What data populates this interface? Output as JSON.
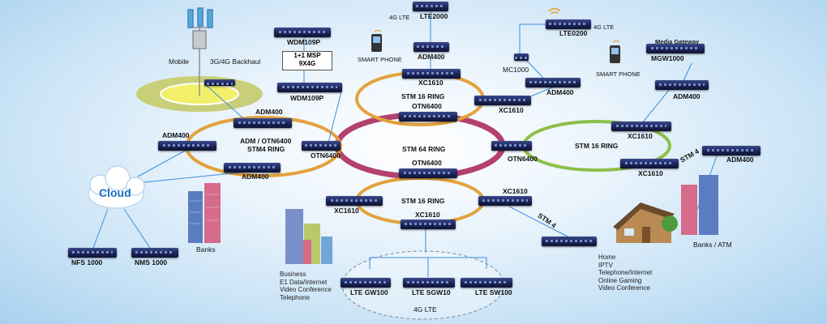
{
  "devices": {
    "lte2000": "LTE2000",
    "adm400_top": "ADM400",
    "xc1610_top": "XC1610",
    "wdm109p_top": "WDM109P",
    "msp": "1+1 MSP",
    "msp_sub": "9X4G",
    "wdm109p_mid": "WDM109P",
    "lte0200": "LTE0200",
    "mc1000": "MC1000",
    "adm400_mc": "ADM400",
    "xc1610_tr": "XC1610",
    "media_gateway": "Media Gateway",
    "mgw1000": "MGW1000",
    "adm400_right": "ADM400",
    "adm400_l1": "ADM400",
    "adm400_l2": "ADM400",
    "adm400_l3": "ADM400",
    "otn6400_left": "OTN6400",
    "otn6400_top": "OTN6400",
    "otn6400_bottom": "OTN6400",
    "otn6400_right": "OTN6400",
    "xc1610_r1": "XC1610",
    "xc1610_r2": "XC1610",
    "adm400_far": "ADM400",
    "xc1610_bl": "XC1610",
    "xc1610_br": "XC1610",
    "xc1610_bot": "XC1610",
    "nfs1000": "NFS 1000",
    "nms1000": "NMS 1000",
    "lte_gw100": "LTE GW100",
    "lte_sgw10": "LTE SGW10",
    "lte_sw100": "LTE SW100"
  },
  "rings": {
    "stm16_top": "STM 16 RING",
    "stm64": "STM 64 RING",
    "adm_otn": "ADM / OTN6400",
    "adm_otn2": "STM4 RING",
    "stm16_right": "STM 16 RING",
    "stm16_bottom": "STM 16 RING"
  },
  "labels": {
    "lte4g_top": "4G LTE",
    "lte4g_tr": "4G LTE",
    "smartphone1": "SMART PHONE",
    "smartphone2": "SMART PHONE",
    "mobile": "Mobile",
    "backhaul": "3G/4G Backhaul",
    "cloud": "Cloud",
    "banks": "Banks",
    "stm4_right": "STM 4",
    "stm4_bottom": "STM 4",
    "banks_atm": "Banks / ATM",
    "lte4g_bottom": "4G LTE"
  },
  "business": [
    "Business",
    "E1 Data/Internet",
    "Video Conference",
    "Telephone"
  ],
  "home": [
    "Home",
    "IPTV",
    "Telephone/Internet",
    "Online Gaming",
    "Video Conference"
  ],
  "colors": {
    "stm64": "#b3426e",
    "stm16": "#e2a23d",
    "stm16_right": "#8cbf4a",
    "link": "#3a8fd8"
  }
}
